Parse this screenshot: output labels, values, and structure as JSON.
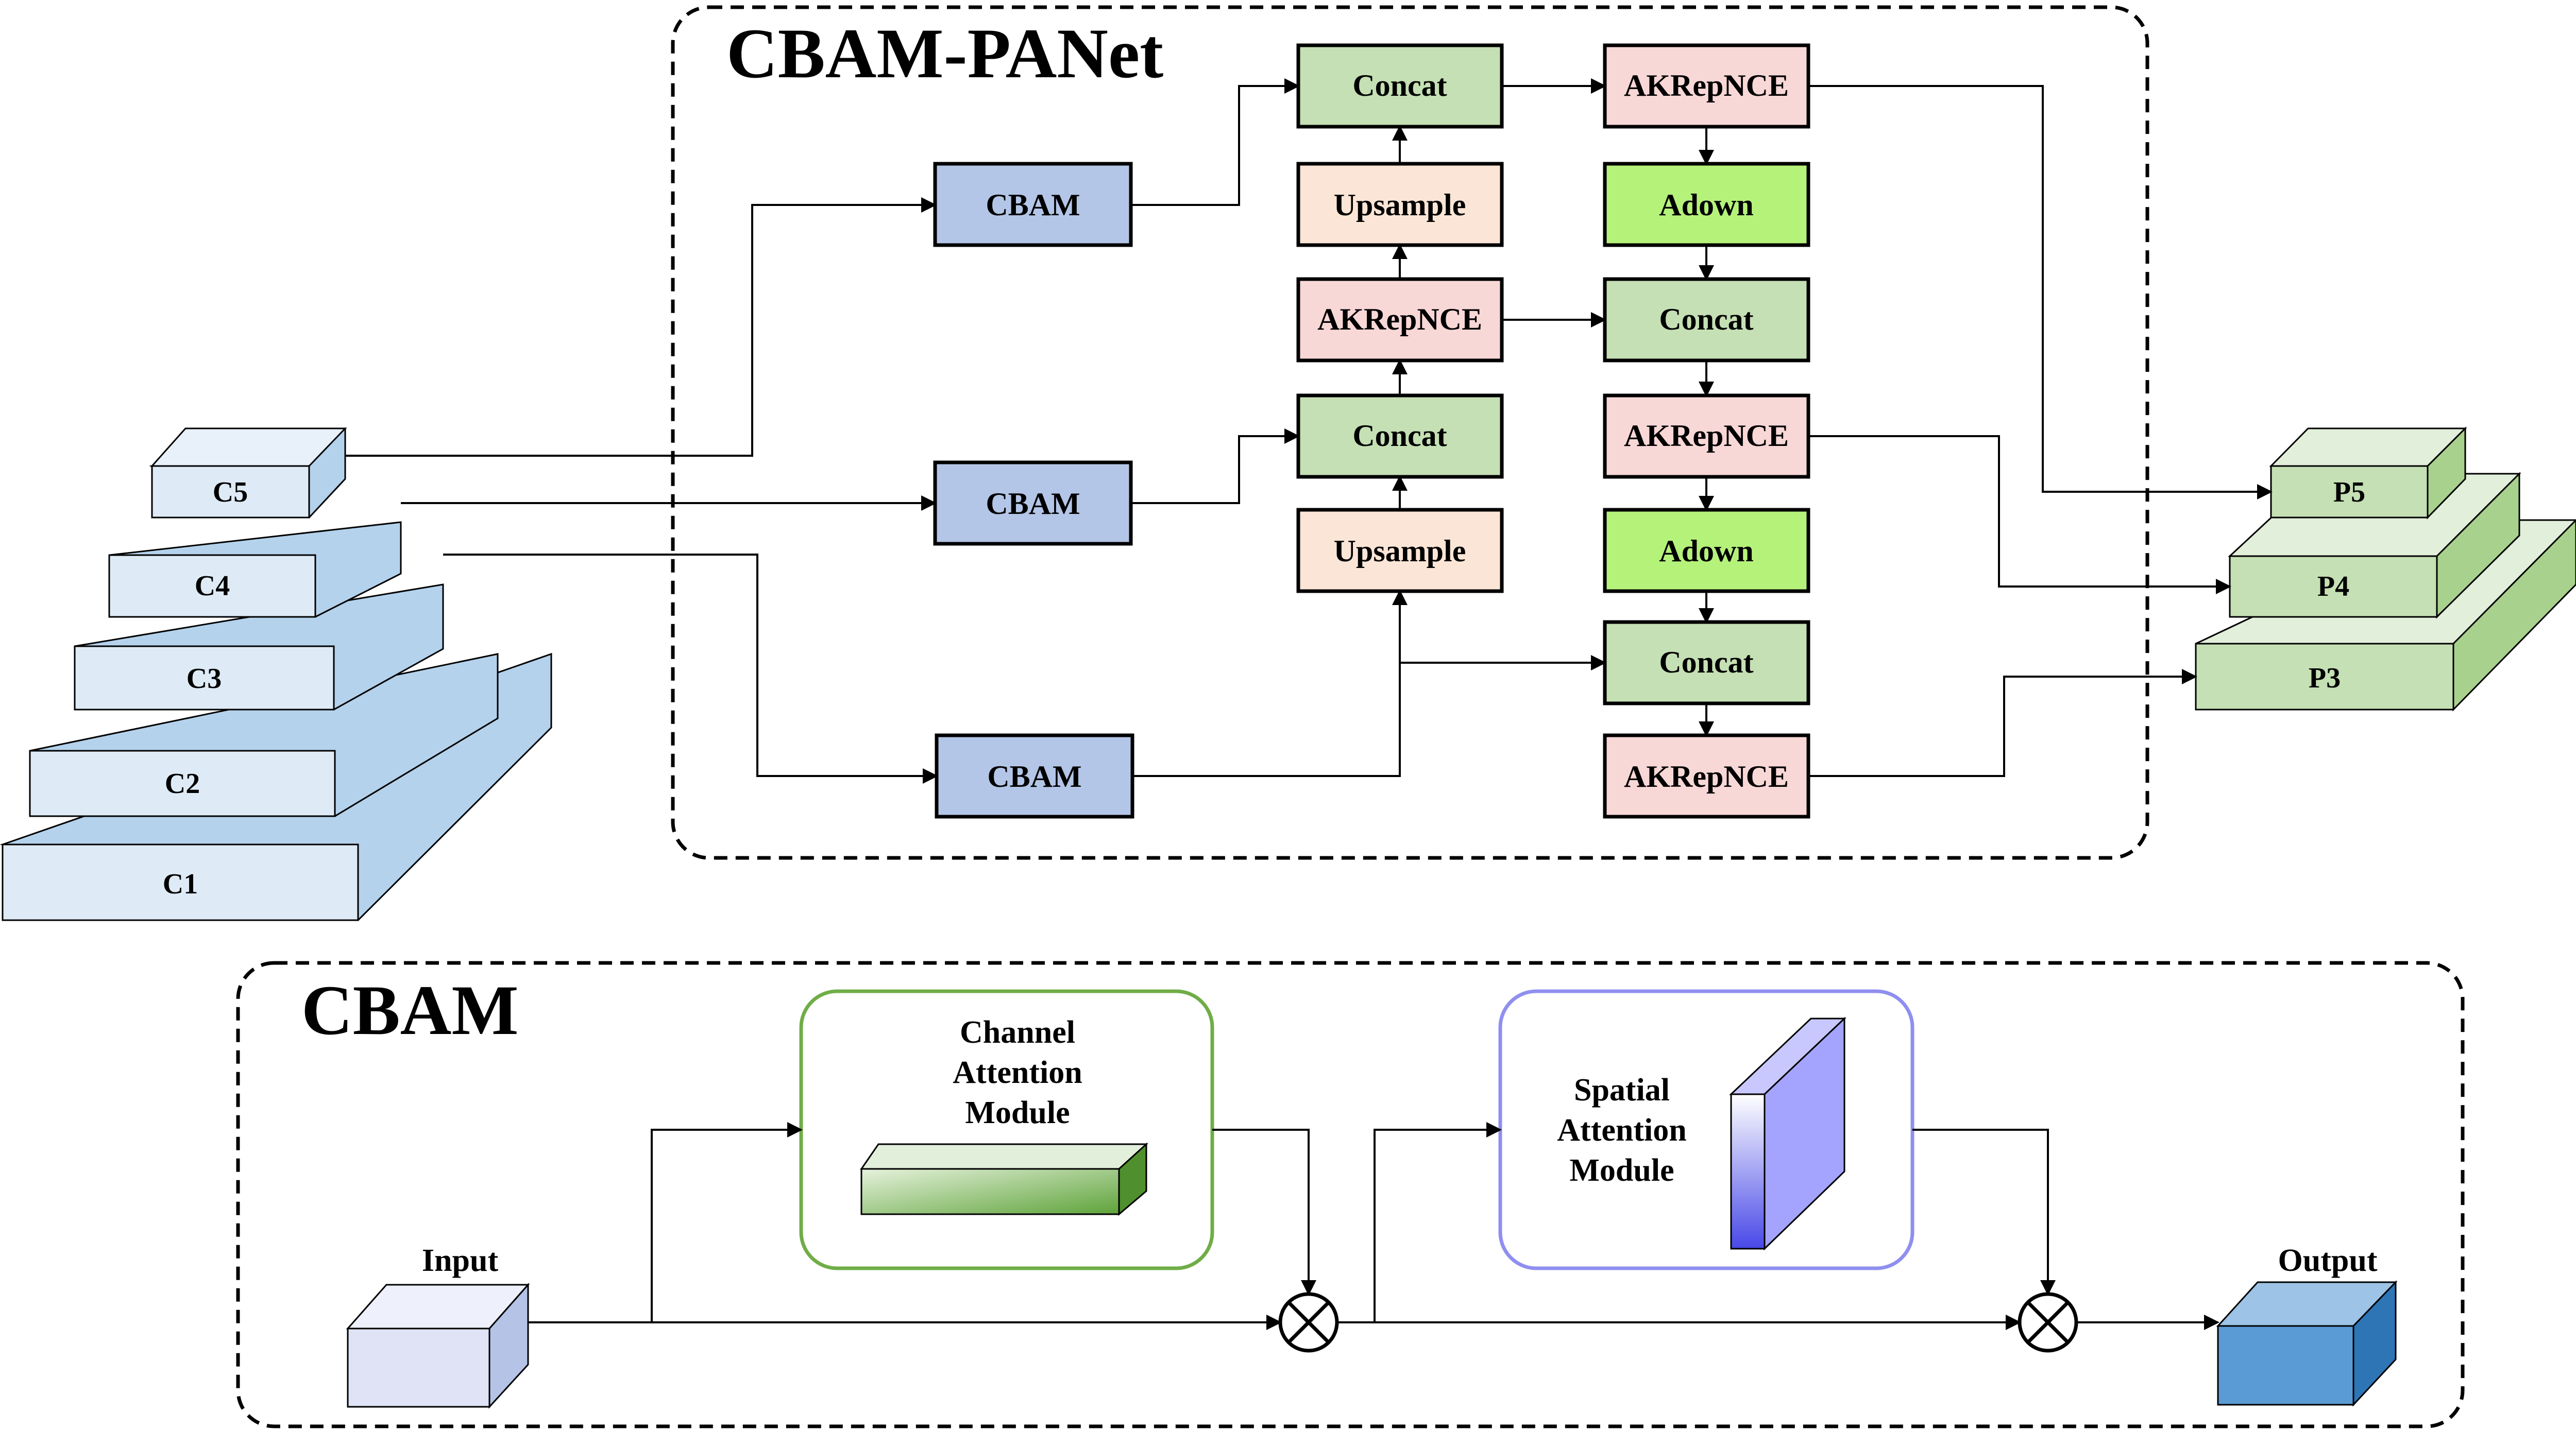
{
  "panet": {
    "title": "CBAM-PANet",
    "cbam_blocks": [
      "CBAM",
      "CBAM",
      "CBAM"
    ],
    "top_down": [
      "Concat",
      "Upsample",
      "AKRepNCE",
      "Concat",
      "Upsample"
    ],
    "bottom_up": [
      "AKRepNCE",
      "Adown",
      "Concat",
      "AKRepNCE",
      "Adown",
      "Concat",
      "AKRepNCE"
    ]
  },
  "backbone": {
    "levels": [
      "C5",
      "C4",
      "C3",
      "C2",
      "C1"
    ]
  },
  "outputs": {
    "levels": [
      "P5",
      "P4",
      "P3"
    ]
  },
  "cbam": {
    "title": "CBAM",
    "input": "Input",
    "output": "Output",
    "channel_module": [
      "Channel",
      "Attention",
      "Module"
    ],
    "spatial_module": [
      "Spatial",
      "Attention",
      "Module"
    ]
  },
  "colors": {
    "cbam": "#b4c6e7",
    "concat": "#c5e0b4",
    "upsample": "#fbe5d6",
    "akrepnce": "#f8d7d7",
    "adown": "#b5f27a",
    "backbone": "#deebf7",
    "outputs": "#c5e0b4",
    "channel_border": "#70ad47",
    "spatial_border": "#8f8ff0"
  }
}
